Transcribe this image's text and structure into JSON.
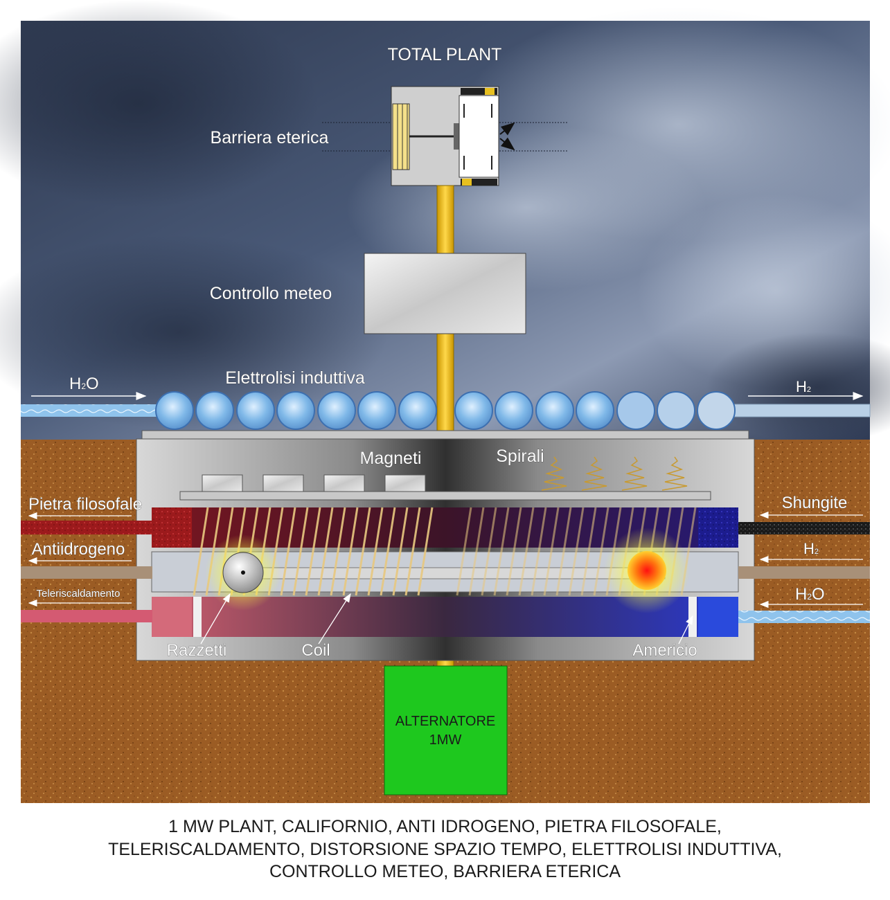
{
  "title": "TOTAL PLANT",
  "labels": {
    "barriera": "Barriera eterica",
    "controllo": "Controllo meteo",
    "elettrolisi": "Elettrolisi induttiva",
    "magneti": "Magneti",
    "spirali": "Spirali",
    "pietra": "Pietra filosofale",
    "antiidrogeno": "Antiidrogeno",
    "teleriscaldamento": "Teleriscaldamento",
    "shungite": "Shungite",
    "h2_right": "H",
    "h2o_right": "H",
    "razzetti": "Razzetti",
    "coil": "Coil",
    "americio": "Americio",
    "h2o_left": "H",
    "h2_top": "H"
  },
  "subscripts": {
    "two": "2",
    "o": "O"
  },
  "alternator": {
    "line1": "ALTERNATORE",
    "line2": "1MW"
  },
  "caption": {
    "line1": "1 MW PLANT, CALIFORNIO, ANTI IDROGENO, PIETRA FILOSOFALE,",
    "line2": "TELERISCALDAMENTO, DISTORSIONE SPAZIO TEMPO, ELETTROLISI INDUTTIVA,",
    "line3": "CONTROLLO METEO, BARRIERA ETERICA"
  },
  "colors": {
    "sky": "#3d4b66",
    "ground": "#9a5a22",
    "shaft": "#f2c200",
    "alternator": "#1ec81e",
    "red_chamber": "#a01820",
    "blue_chamber": "#1c1a8c",
    "water": "#9dc8ea"
  }
}
